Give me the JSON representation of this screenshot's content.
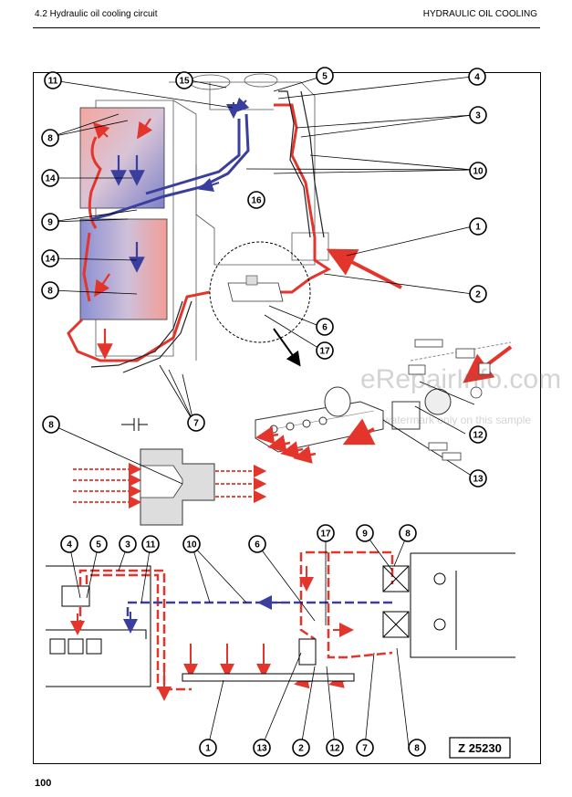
{
  "header": {
    "section_title": "4.2 Hydraulic oil cooling circuit",
    "chapter_title": "HYDRAULIC OIL COOLING"
  },
  "footer": {
    "page_number": "100"
  },
  "figure_id": "Z 25230",
  "watermark": {
    "line1": "eRepairInfo.com",
    "line2": "watermark only on this sample"
  },
  "callouts": {
    "c1a": "1",
    "c2a": "2",
    "c3a": "3",
    "c4a": "4",
    "c5a": "5",
    "c6a": "6",
    "c7a": "7",
    "c8a": "8",
    "c8b": "8",
    "c8c": "8",
    "c9a": "9",
    "c10a": "10",
    "c11a": "11",
    "c12a": "12",
    "c13a": "13",
    "c14a": "14",
    "c14b": "14",
    "c15a": "15",
    "c16a": "16",
    "c17a": "17",
    "s4": "4",
    "s5": "5",
    "s3": "3",
    "s11": "11",
    "s10": "10",
    "s6": "6",
    "s17": "17",
    "s9": "9",
    "s8": "8",
    "b1": "1",
    "b13": "13",
    "b2": "2",
    "b12": "12",
    "b7": "7",
    "b8": "8"
  },
  "colors": {
    "hot_oil": "#e3352b",
    "cold_oil": "#3a3f9e",
    "line": "#000000"
  }
}
